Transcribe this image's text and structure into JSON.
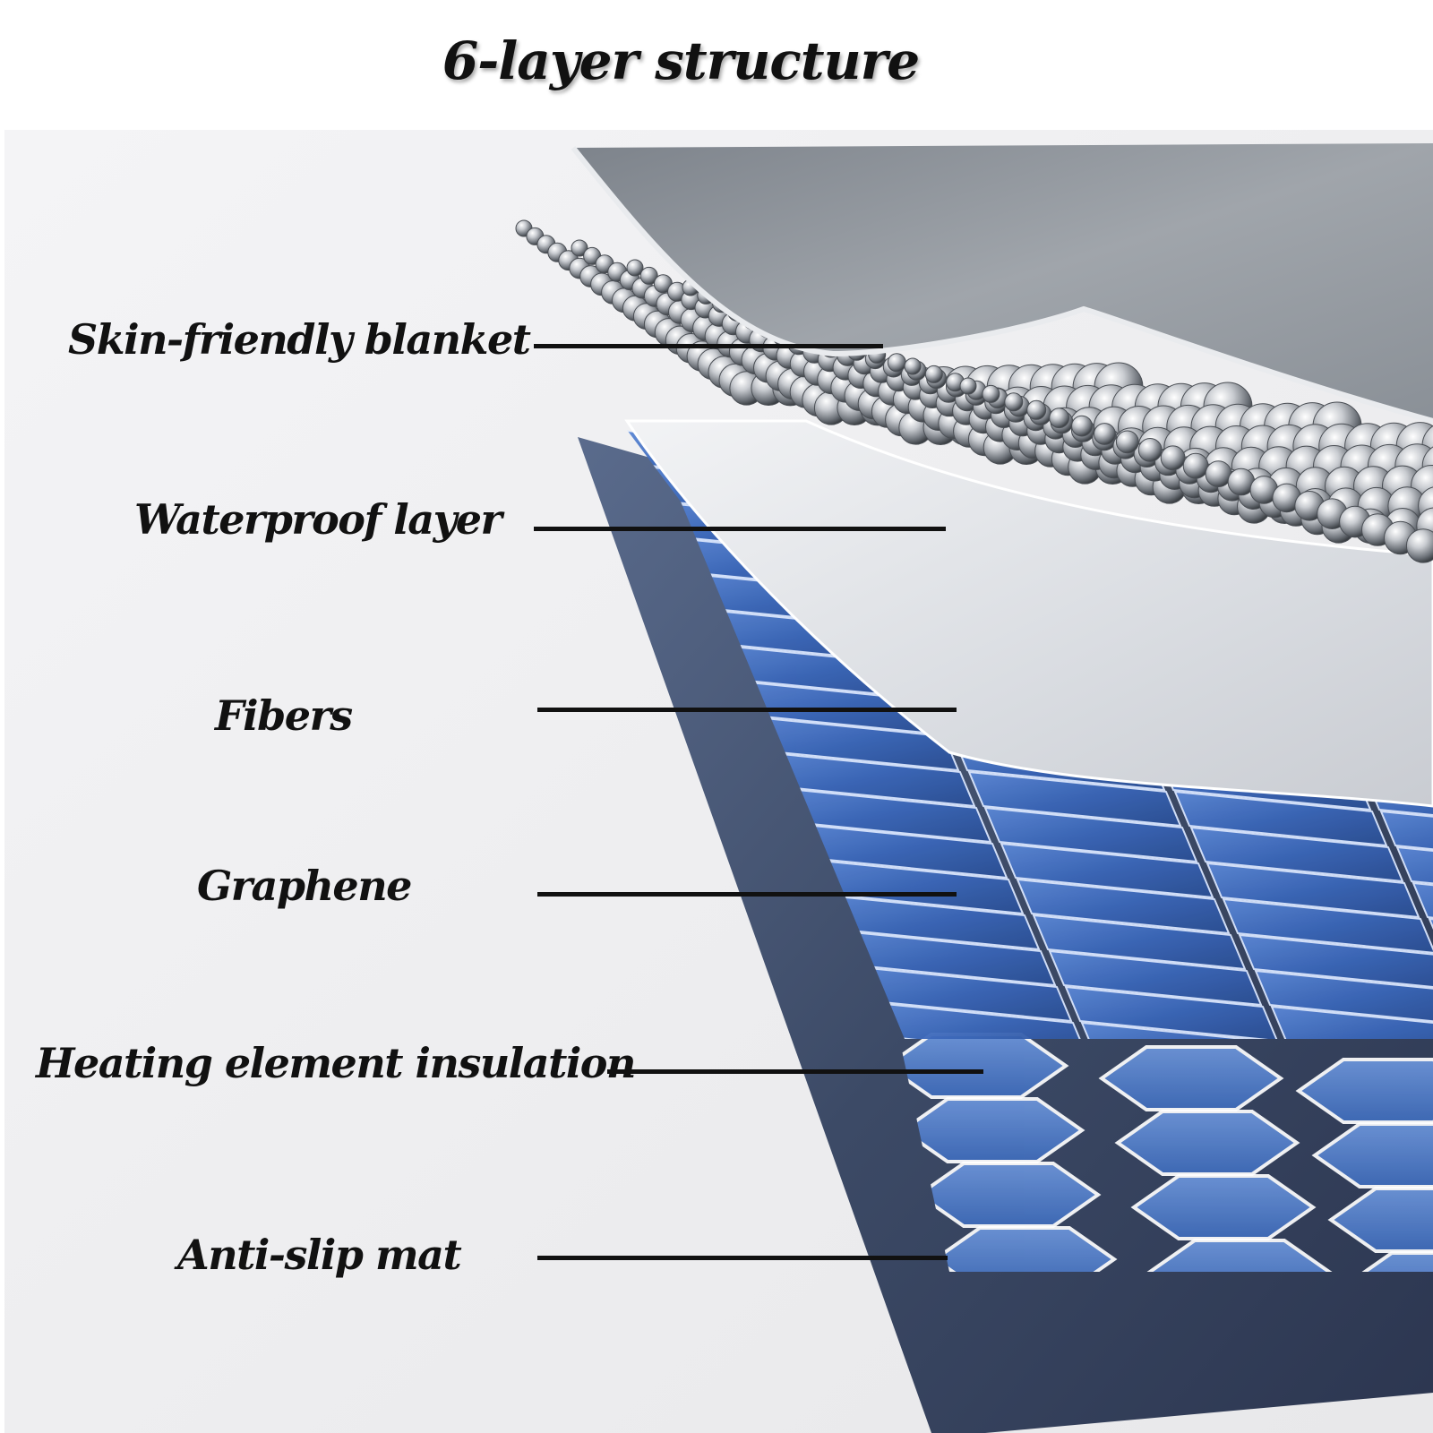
{
  "title": "6-layer structure",
  "layers": [
    {
      "label": "Skin-friendly blanket"
    },
    {
      "label": "Waterproof layer"
    },
    {
      "label": "Fibers"
    },
    {
      "label": "Graphene"
    },
    {
      "label": "Heating element insulation"
    },
    {
      "label": "Anti-slip mat"
    }
  ],
  "colors": {
    "background": "#ffffff",
    "panel": "#eeeeef",
    "blanket": "#8f959c",
    "beads": "#b8bcc2",
    "film": "#e6e8ec",
    "graphene_tiles": "#3a66b8",
    "hex_pads": "#4a78c4",
    "base_mat": "#3c4a66",
    "label_text": "#111111"
  }
}
